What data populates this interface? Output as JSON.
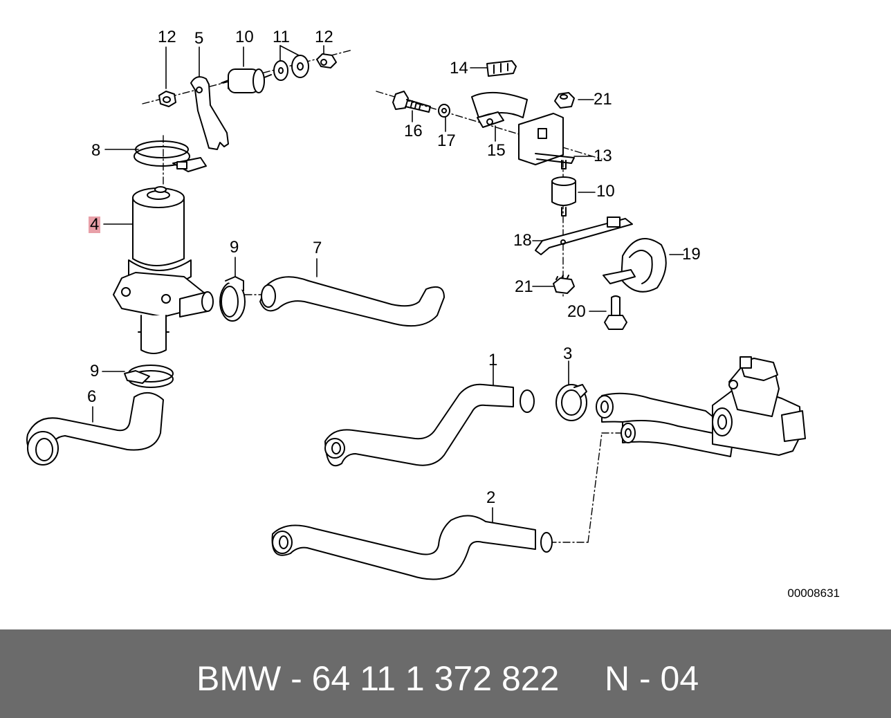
{
  "diagram": {
    "reference_number": "00008631",
    "labels": {
      "p1": "1",
      "p2": "2",
      "p3": "3",
      "p4": "4",
      "p5": "5",
      "p6": "6",
      "p7": "7",
      "p8": "8",
      "p9a": "9",
      "p9b": "9",
      "p10a": "10",
      "p10b": "10",
      "p11": "11",
      "p12a": "12",
      "p12b": "12",
      "p13": "13",
      "p14": "14",
      "p15": "15",
      "p16": "16",
      "p17": "17",
      "p18": "18",
      "p19": "19",
      "p20": "20",
      "p21a": "21",
      "p21b": "21"
    },
    "highlight_color": "#e8a0a8"
  },
  "footer": {
    "part_number": "BMW - 64 11 1 372 822",
    "position_code": "N - 04",
    "background": "#6b6b6b"
  }
}
